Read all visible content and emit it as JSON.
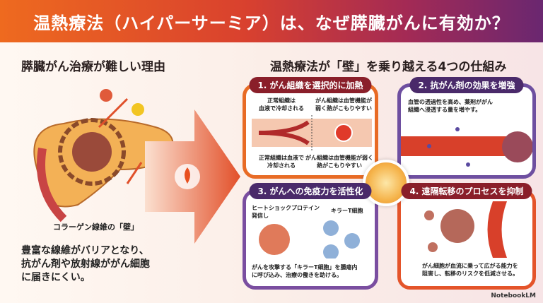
{
  "header": {
    "title": "温熱療法（ハイパーサーミア）は、なぜ膵臓がんに有効か？"
  },
  "left": {
    "title": "膵臓がん治療が難しい理由",
    "wall_label": "コラーゲン線維の「壁」",
    "description": [
      "豊富な線維がバリアとなり、",
      "抗がん剤や放射線ががん細胞",
      "に届きにくい。"
    ]
  },
  "right": {
    "title": "温熱療法が「壁」を乗り越える4つの仕組み",
    "panels": [
      {
        "title": "1. がん組織を選択的に加熱",
        "top_left": "正常組織は\n血液で冷却される",
        "top_right": "がん組織は血管機能が\n弱く熱がこもりやすい",
        "bottom_left": "正常組織は血液で\n冷却される",
        "bottom_right": "がん組織は血管機能が弱く\n熱がこもりやすい"
      },
      {
        "title": "2. 抗がん剤の効果を増強",
        "text": "血管の透過性を高め、薬剤ががん\n組織へ浸透する量を増やす。"
      },
      {
        "title": "3. がんへの免疫力を活性化",
        "label_hsp": "ヒートショックプロテイン\n発信し",
        "label_killer": "キラーT細胞",
        "text": "がんを攻撃する「キラーT細胞」を腫瘍内\nに呼び込み、治療の働きを助ける。"
      },
      {
        "title": "4. 遠隔転移のプロセスを抑制",
        "text": "がん細胞が血流に乗って広がる能力を\n阻害し、転移のリスクを低減させる。"
      }
    ]
  },
  "brand": "NotebookLM",
  "colors": {
    "orange": "#e86b25",
    "purple": "#6e4fa0",
    "dark_red": "#8a1f2a"
  }
}
